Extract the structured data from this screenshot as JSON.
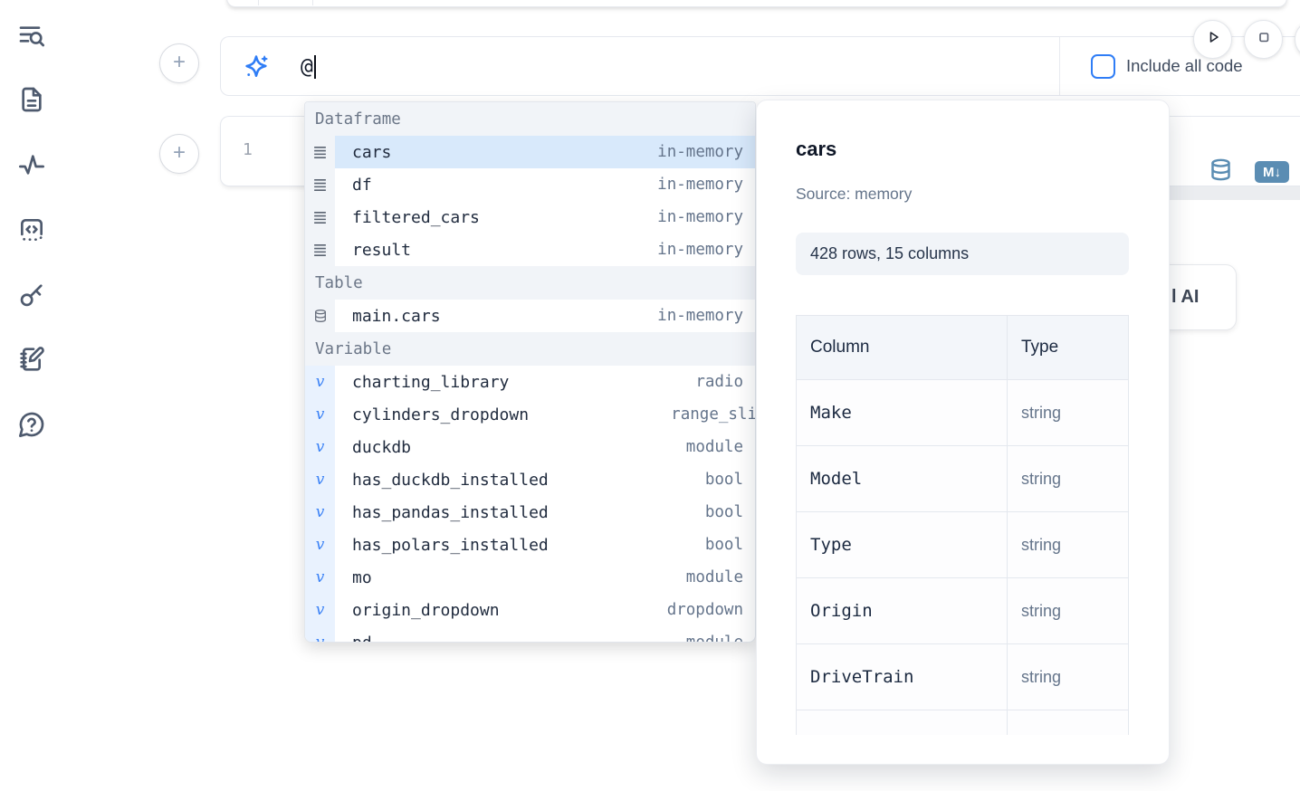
{
  "colors": {
    "accent": "#2f7df6",
    "steel_blue": "#5b8db3",
    "selected_row": "#d8e9fb"
  },
  "sidebar": {
    "icons": [
      "search-list-icon",
      "file-text-icon",
      "activity-icon",
      "code-snippet-icon",
      "key-icon",
      "notebook-pen-icon",
      "help-chat-icon"
    ]
  },
  "run_controls": {
    "play": "run",
    "stop": "interrupt"
  },
  "ai_panel": {
    "prompt_value": "@",
    "include_all_code": {
      "label": "Include all code",
      "checked": false
    }
  },
  "code_cell": {
    "line_number": "1",
    "markdown_badge": "M↓"
  },
  "autocomplete": {
    "sections": [
      {
        "label": "Dataframe",
        "icon": "rows",
        "items": [
          {
            "name": "cars",
            "detail": "in-memory",
            "selected": true
          },
          {
            "name": "df",
            "detail": "in-memory"
          },
          {
            "name": "filtered_cars",
            "detail": "in-memory"
          },
          {
            "name": "result",
            "detail": "in-memory"
          }
        ]
      },
      {
        "label": "Table",
        "icon": "database",
        "items": [
          {
            "name": "main.cars",
            "detail": "in-memory"
          }
        ]
      },
      {
        "label": "Variable",
        "icon": "variable",
        "items": [
          {
            "name": "charting_library",
            "detail": "radio"
          },
          {
            "name": "cylinders_dropdown",
            "detail": "range_sli",
            "clipped": true
          },
          {
            "name": "duckdb",
            "detail": "module"
          },
          {
            "name": "has_duckdb_installed",
            "detail": "bool"
          },
          {
            "name": "has_pandas_installed",
            "detail": "bool"
          },
          {
            "name": "has_polars_installed",
            "detail": "bool"
          },
          {
            "name": "mo",
            "detail": "module"
          },
          {
            "name": "origin_dropdown",
            "detail": "dropdown"
          },
          {
            "name": "pd",
            "detail": "module",
            "partial": true
          }
        ]
      }
    ]
  },
  "preview": {
    "title": "cars",
    "source": "Source: memory",
    "shape": "428 rows, 15 columns",
    "table": {
      "headers": [
        "Column",
        "Type"
      ],
      "rows": [
        [
          "Make",
          "string"
        ],
        [
          "Model",
          "string"
        ],
        [
          "Type",
          "string"
        ],
        [
          "Origin",
          "string"
        ],
        [
          "DriveTrain",
          "string"
        ],
        [
          "",
          ""
        ]
      ]
    }
  },
  "ai_button": {
    "clipped_prefix": "l",
    "label": "AI"
  }
}
